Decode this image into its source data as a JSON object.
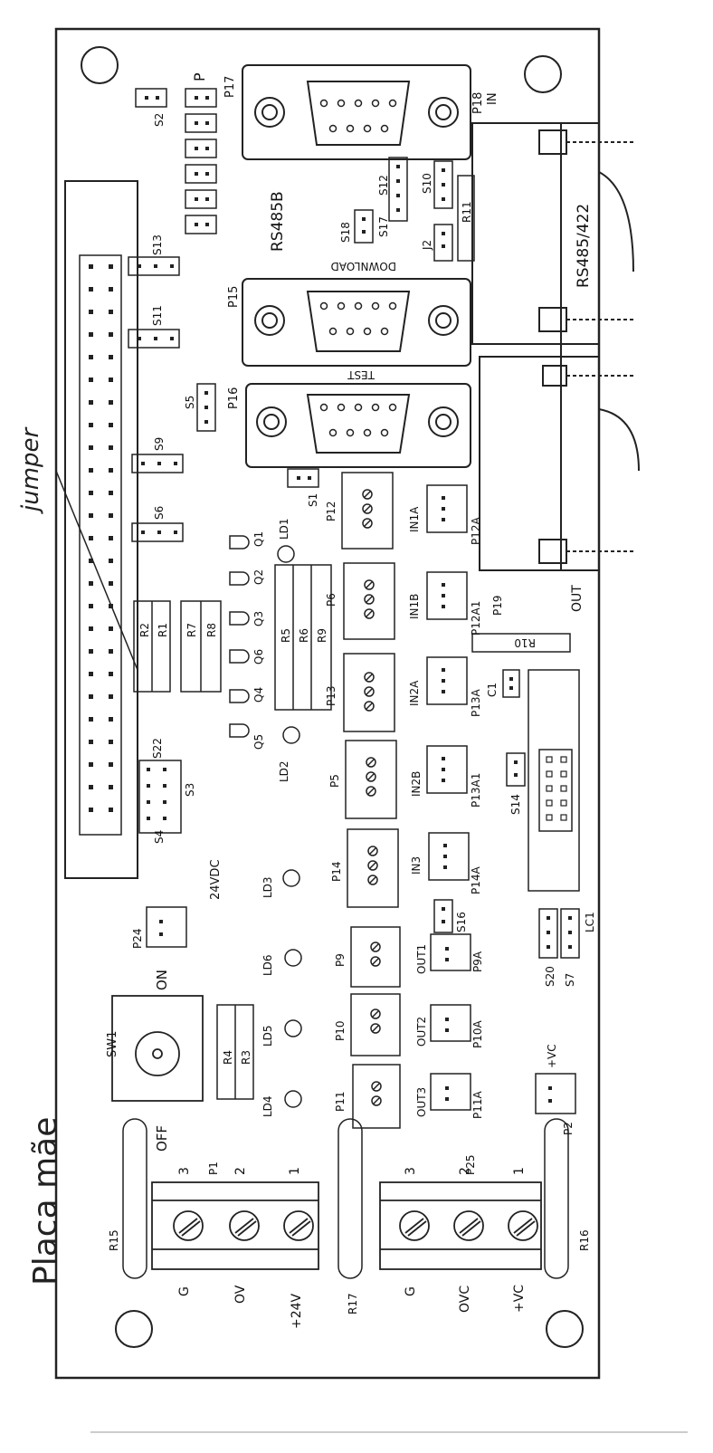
{
  "title": "Placa mãe",
  "annotation": "jumper",
  "connectors": {
    "p17": "P17",
    "rs485b": "RS485B",
    "p18": "P18",
    "in": "IN",
    "rs485_422": "RS485/422",
    "p15": "P15",
    "download": "DOWNLOAD",
    "p16": "P16",
    "test": "TEST",
    "out": "OUT"
  },
  "jumpers": {
    "s2": "S2",
    "p": "P",
    "s13": "S13",
    "s11": "S11",
    "s5": "S5",
    "s9": "S9",
    "s6": "S6",
    "s1": "S1",
    "s12": "S12",
    "s10": "S10",
    "s18": "S18",
    "s17": "S17",
    "j2": "J2",
    "r11": "R11",
    "s22": "S22",
    "s3": "S3",
    "s4": "S4",
    "s14": "S14",
    "s16": "S16",
    "s20": "S20",
    "s7": "S7"
  },
  "resistors": {
    "r2": "R2",
    "r1": "R1",
    "r7": "R7",
    "r8": "R8",
    "r5": "R5",
    "r6": "R6",
    "r9": "R9",
    "r10": "R10",
    "r4": "R4",
    "r3": "R3",
    "r15": "R15",
    "r16": "R16",
    "r17": "R17"
  },
  "leds": {
    "ld1": "LD1",
    "ld2": "LD2",
    "ld3": "LD3",
    "ld6": "LD6",
    "ld5": "LD5",
    "ld4": "LD4",
    "q1": "Q1",
    "q2": "Q2",
    "q3": "Q3",
    "q6": "Q6",
    "q4": "Q4",
    "q5": "Q5"
  },
  "plugs": {
    "p12": "P12",
    "p6": "P6",
    "p13": "P13",
    "p5": "P5",
    "p14": "P14",
    "p9": "P9",
    "p10": "P10",
    "p11": "P11",
    "p24": "P24",
    "p2": "P2",
    "in1a": "IN1A",
    "p12a": "P12A",
    "in1b": "IN1B",
    "p12a1": "P12A1",
    "p19": "P19",
    "in2a": "IN2A",
    "p13a": "P13A",
    "in2b": "IN2B",
    "p13a1": "P13A1",
    "in3": "IN3",
    "p14a": "P14A",
    "out1": "OUT1",
    "p9a": "P9A",
    "out2": "OUT2",
    "p10a": "P10A",
    "out3": "OUT3",
    "p11a": "P11A",
    "c1": "C1",
    "lc1": "LC1",
    "plus_vc_small": "+VC"
  },
  "power": {
    "vdc24": "24VDC",
    "sw1": "SW1",
    "on": "ON",
    "off": "OFF",
    "p1": "P1",
    "p25": "P25",
    "n3": "3",
    "n2": "2",
    "n1": "1",
    "g": "G",
    "ov": "OV",
    "plus24v": "+24V",
    "ovc": "OVC",
    "plusvc": "+VC"
  }
}
